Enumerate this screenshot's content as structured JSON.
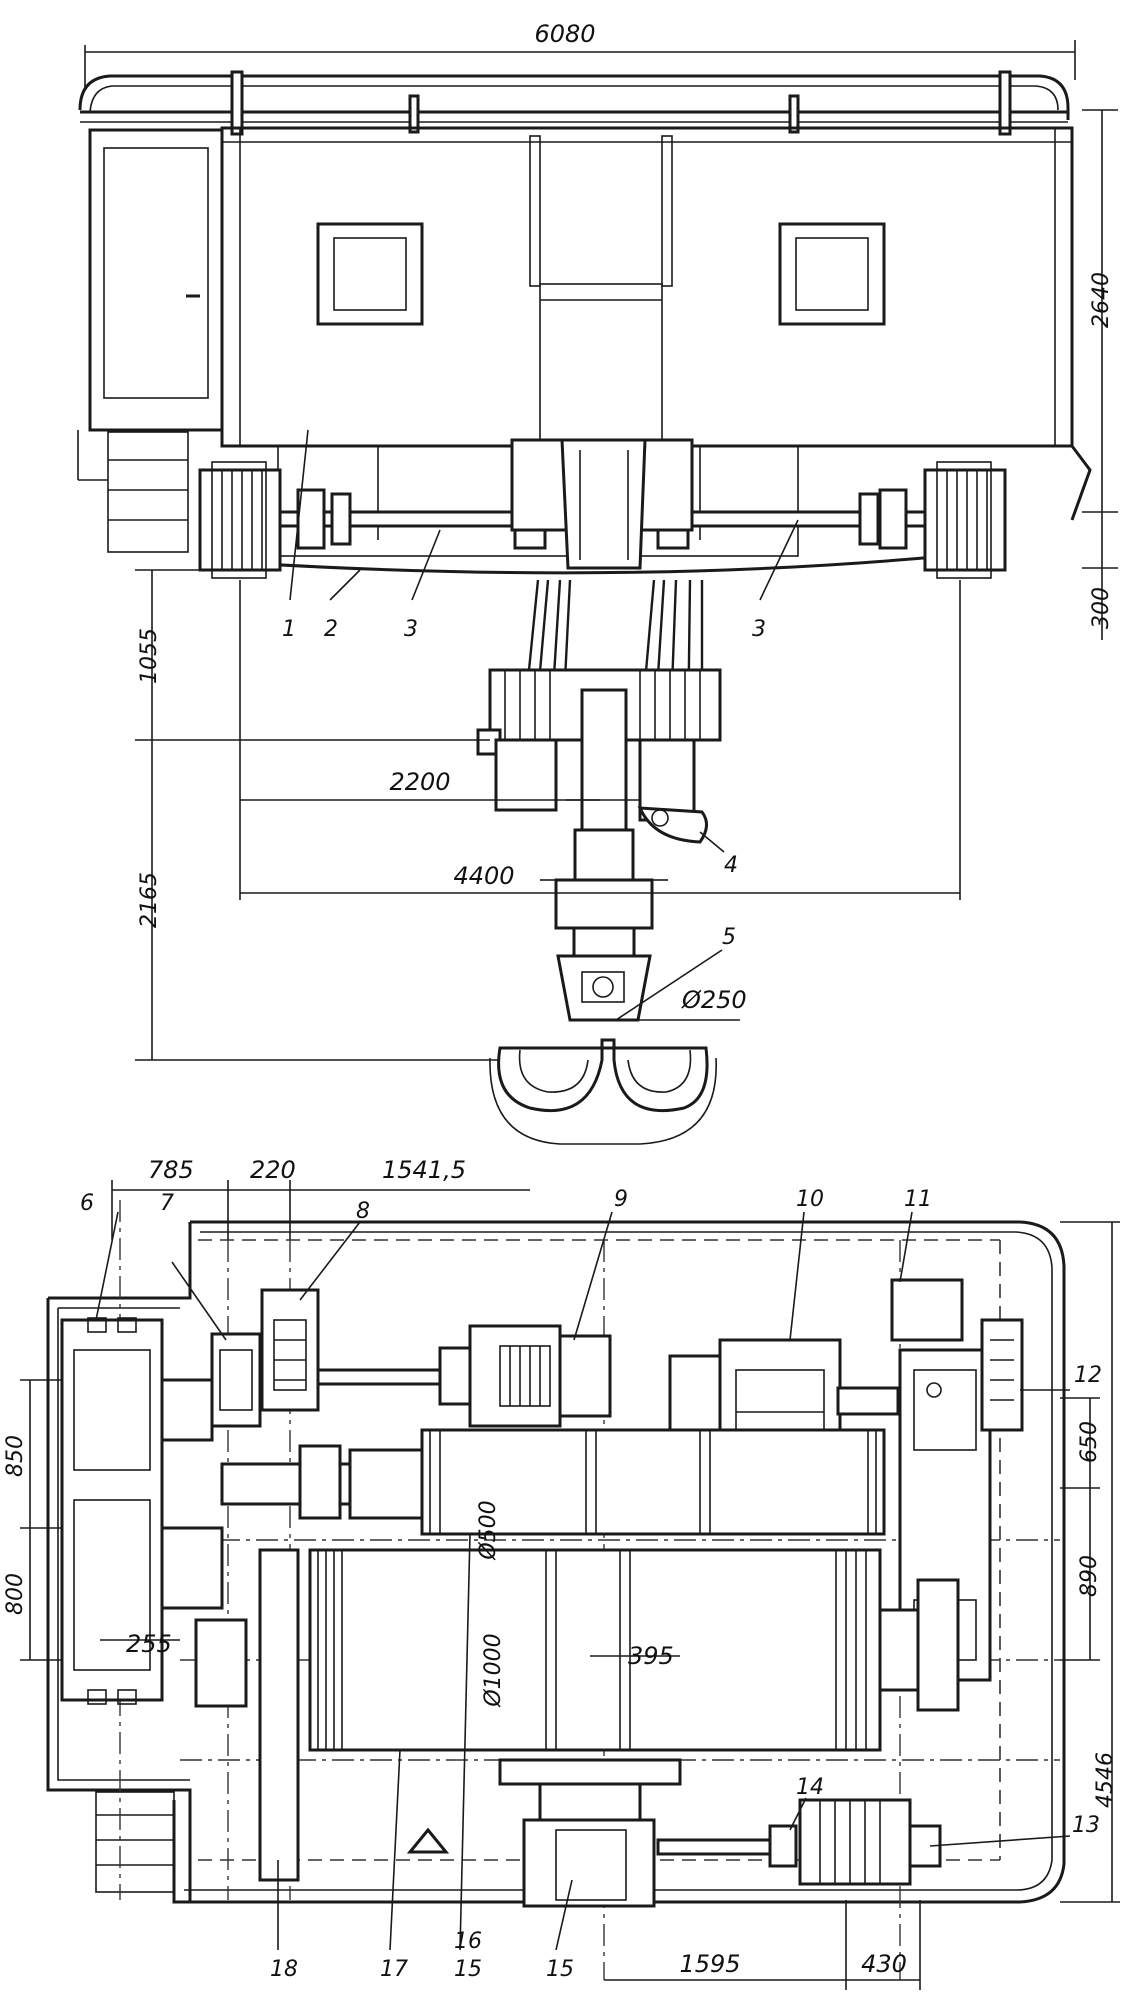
{
  "dimensions": {
    "width_total": "6080",
    "height_cab": "2640",
    "offset_300": "300",
    "height_1055": "1055",
    "half_span": "2200",
    "span": "4400",
    "height_2165": "2165",
    "hook_diameter": "Ø250",
    "plan_785": "785",
    "plan_220": "220",
    "plan_1541": "1541,5",
    "plan_850": "850",
    "plan_800": "800",
    "plan_255": "255",
    "plan_650": "650",
    "plan_890": "890",
    "plan_4546": "4546",
    "plan_395": "395",
    "drum_small": "Ø500",
    "drum_large": "Ø1000",
    "plan_1595": "1595",
    "plan_430": "430"
  },
  "callouts": {
    "c1": "1",
    "c2": "2",
    "c3a": "3",
    "c3b": "3",
    "c4": "4",
    "c5": "5",
    "c6": "6",
    "c7": "7",
    "c8": "8",
    "c9": "9",
    "c10": "10",
    "c11": "11",
    "c12": "12",
    "c13": "13",
    "c14": "14",
    "c15a": "15",
    "c15b": "15",
    "c16": "16",
    "c17": "17",
    "c18": "18"
  }
}
